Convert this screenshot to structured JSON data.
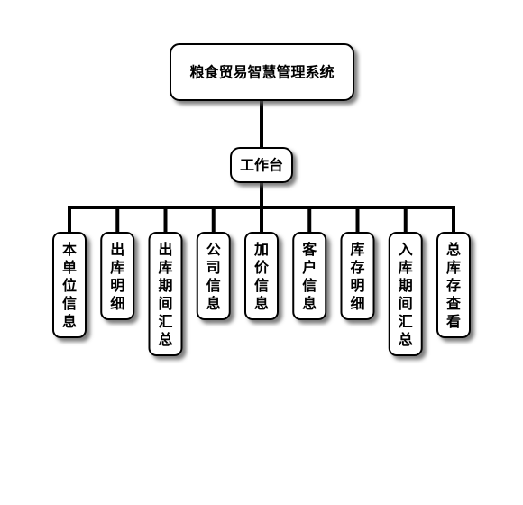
{
  "root": {
    "label": "粮食贸易智慧管理系统"
  },
  "middle": {
    "label": "工作台"
  },
  "leaves": [
    {
      "label": "本单位信息"
    },
    {
      "label": "出库明细"
    },
    {
      "label": "出库期间汇总"
    },
    {
      "label": "公司信息"
    },
    {
      "label": "加价信息"
    },
    {
      "label": "客户信息"
    },
    {
      "label": "库存明细"
    },
    {
      "label": "入库期间汇总"
    },
    {
      "label": "总库存查看"
    }
  ],
  "colors": {
    "box_fill": "#ffffff",
    "box_stroke": "#000000",
    "shadow": "#555555",
    "text": "#000000"
  }
}
